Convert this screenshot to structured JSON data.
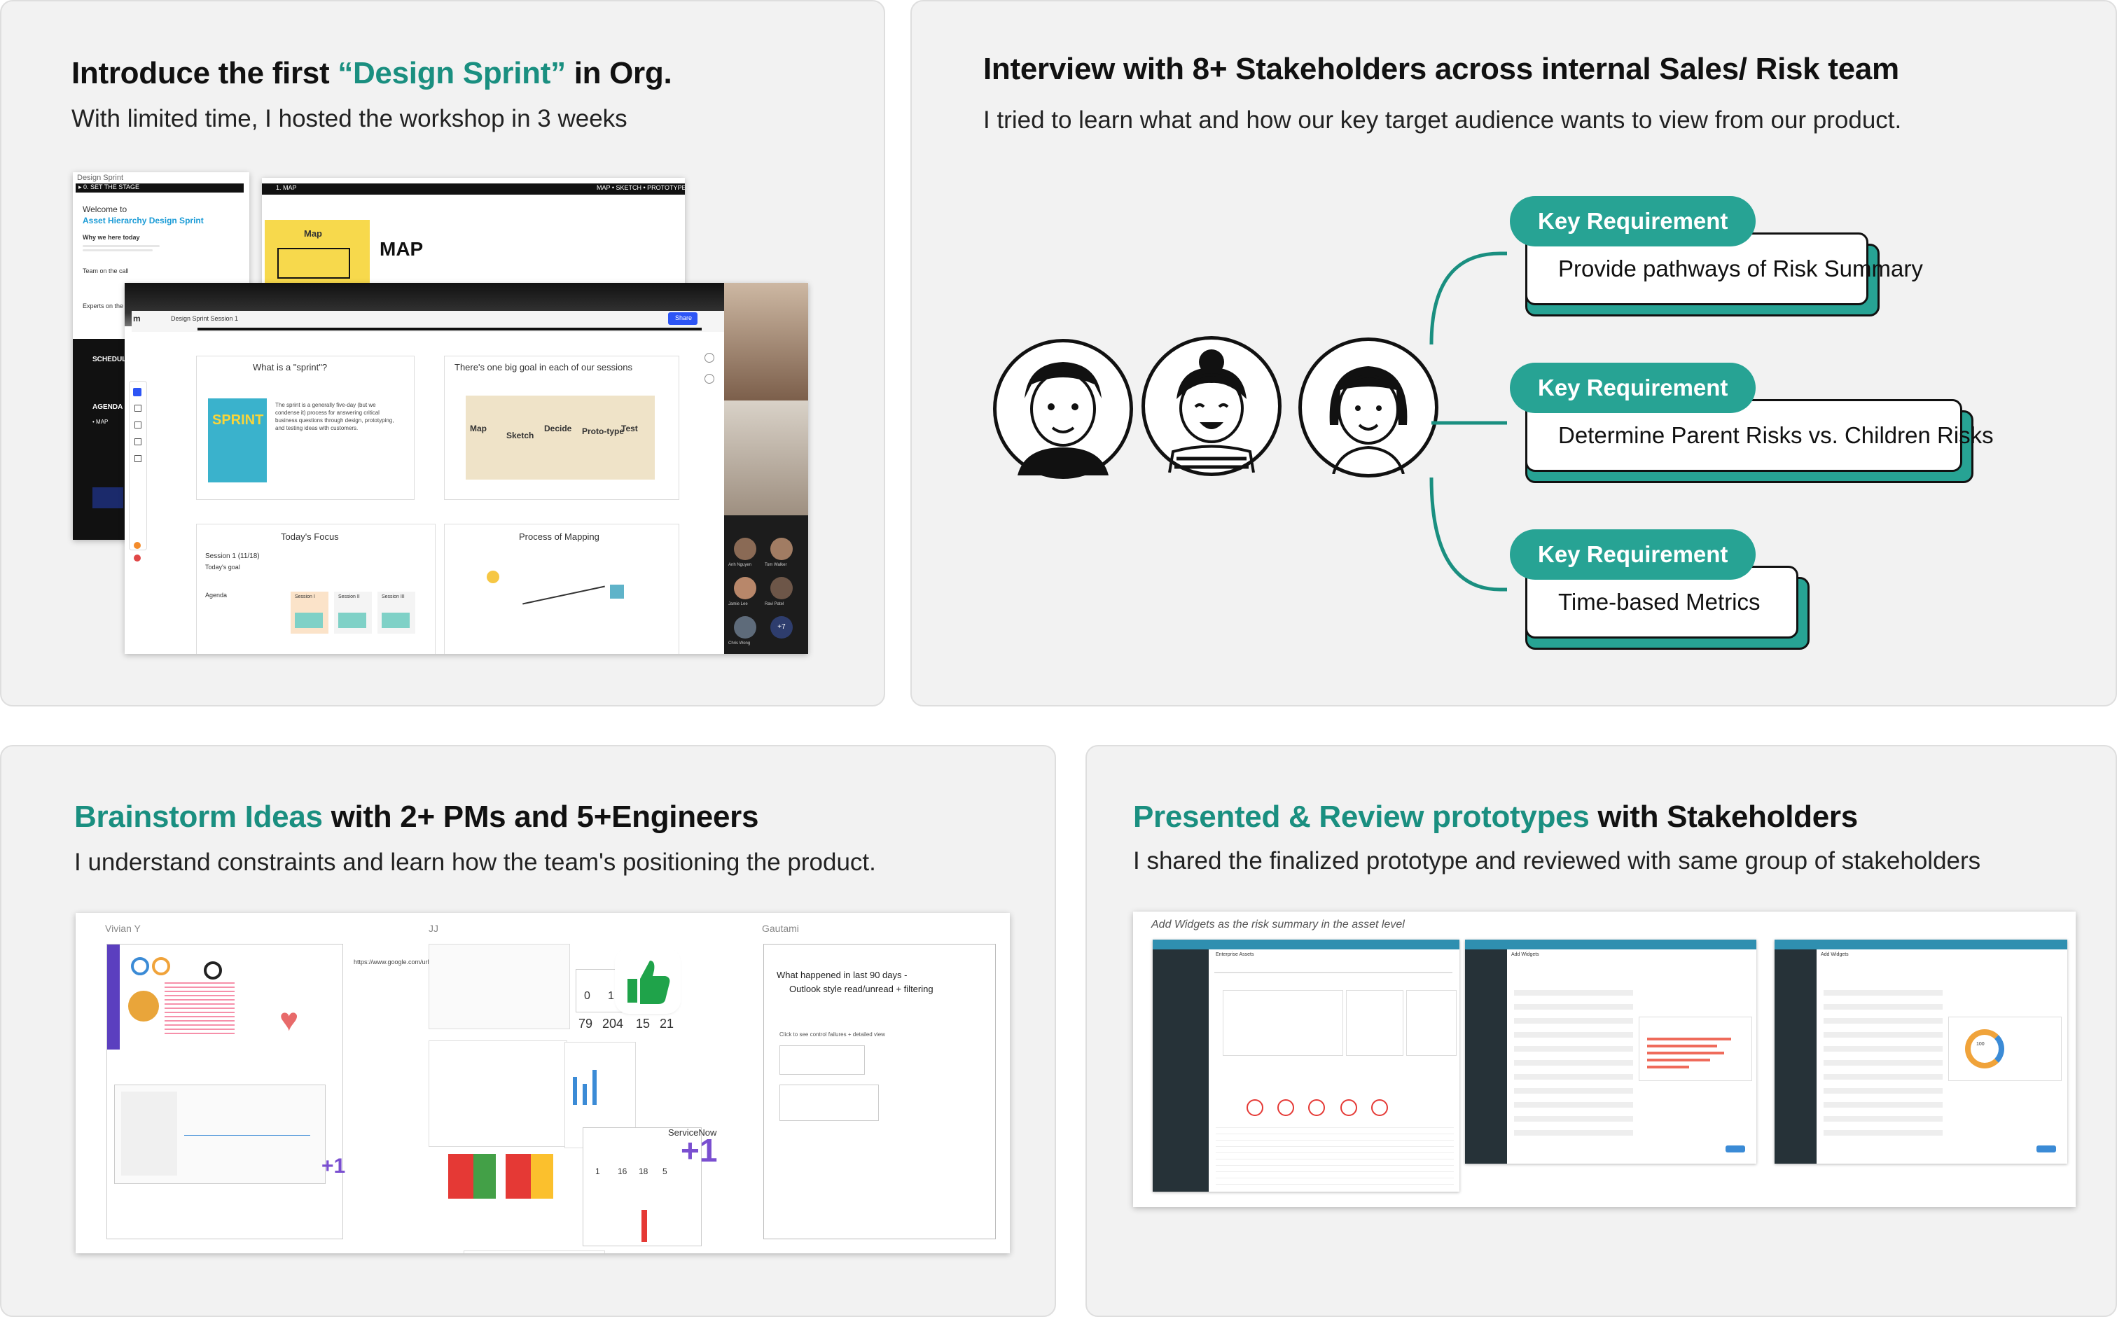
{
  "panels": {
    "sprint": {
      "title_pre": "Introduce the first ",
      "title_hl": "“Design Sprint”",
      "title_post": " in Org.",
      "subtitle": "With limited time, I hosted the workshop in 3 weeks",
      "doc": {
        "header": "Design Sprint",
        "set_stage": "▸ 0. SET THE STAGE",
        "welcome": "Welcome to",
        "doc_name": "Asset Hierarchy Design Sprint",
        "why": "Why we here today",
        "team": "Team on the call",
        "experts": "Experts on the call",
        "schedule": "SCHEDULE",
        "agenda": "AGENDA",
        "map_item": "• MAP"
      },
      "map_slide": {
        "tab": "1. MAP",
        "nav": "MAP • SKETCH • PROTOTYPE",
        "sticky": "Map",
        "heading": "MAP"
      },
      "board": {
        "file_title": "Design Sprint Session 1",
        "share": "Share",
        "card1_title": "What is a \"sprint\"?",
        "card1_body": "The sprint is a generally five-day (but we condense it) process for answering critical business questions through design, prototyping, and testing ideas with customers.",
        "card2_title": "There's one big goal in each of our sessions",
        "card3_title": "Today's Focus",
        "card3_session": "Session 1 (11/18)",
        "card3_goal": "Today's goal",
        "card3_agenda": "Agenda",
        "card4_title": "Process of Mapping",
        "sprint_book": "SPRINT",
        "steps": [
          "Map",
          "Sketch",
          "Decide",
          "Proto-type",
          "Test"
        ],
        "sessions": [
          "Session I",
          "Session II",
          "Session III"
        ]
      },
      "participants": [
        "Anh Nguyen",
        "Tom Walker",
        "Jamie Lee",
        "Ravi Patel",
        "Chris Wong",
        "+7"
      ]
    },
    "interview": {
      "title": "Interview with 8+ Stakeholders across internal Sales/ Risk team",
      "subtitle": "I tried to learn what and how our key target audience wants to view from our product.",
      "requirements": [
        {
          "label": "Key Requirement",
          "text": "Provide pathways of Risk Summary"
        },
        {
          "label": "Key Requirement",
          "text": "Determine Parent Risks vs. Children Risks"
        },
        {
          "label": "Key Requirement",
          "text": "Time-based Metrics"
        }
      ]
    },
    "brainstorm": {
      "title_hl": "Brainstorm Ideas",
      "title_post": " with 2+ PMs and 5+Engineers",
      "subtitle": "I understand constraints and learn how the team's positioning the product.",
      "columns": [
        "Vivian Y",
        "JJ",
        "Gautami"
      ],
      "gautami_note_1": "What happened in last 90 days -",
      "gautami_note_2": "Outlook style read/unread + filtering",
      "gautami_note_3": "Click to see control failures + detailed view",
      "metrics": [
        "0",
        "1",
        "79",
        "204",
        "15",
        "21"
      ],
      "metrics2": [
        "1",
        "16",
        "18",
        "5"
      ],
      "servicenow": "ServiceNow",
      "plus_one": "+1",
      "link_text": "https://www.google.com/url"
    },
    "review": {
      "title_hl": "Presented & Review prototypes",
      "title_post": " with Stakeholders",
      "subtitle": "I shared the finalized prototype and reviewed with same group of stakeholders",
      "caption": "Add Widgets as the risk summary in the asset level",
      "screen_titles": [
        "Enterprise Assets",
        "Add Widgets",
        "Add Widgets"
      ],
      "donut_value": "100"
    }
  },
  "colors": {
    "accent": "#1a8f80",
    "teal": "#27a394",
    "panel_bg": "#f2f2f2"
  }
}
